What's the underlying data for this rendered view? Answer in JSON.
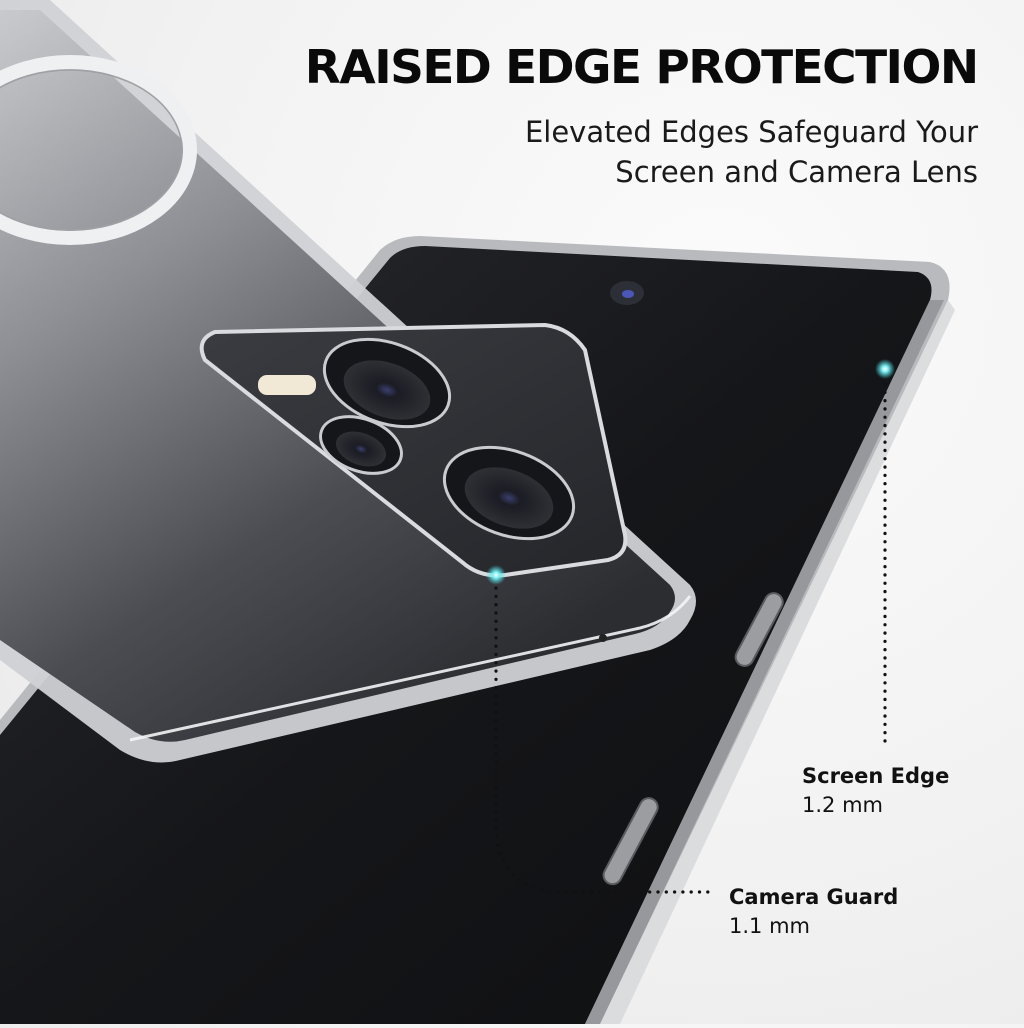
{
  "headline": "RAISED EDGE PROTECTION",
  "subheadline": {
    "line1": "Elevated Edges Safeguard Your",
    "line2": "Screen and Camera Lens"
  },
  "callouts": [
    {
      "title": "Screen Edge",
      "value": "1.2 mm"
    },
    {
      "title": "Camera Guard",
      "value": "1.1 mm"
    }
  ],
  "colors": {
    "background": "#f2f2f2",
    "text": "#0a0a0a",
    "highlight_glow": "#3fe0e8",
    "phone_dark": "#1c1d20",
    "case_clear": "#c9cbcf"
  },
  "icons": {
    "magsafe_ring": "magnetic-ring-icon",
    "camera_module": "camera-module",
    "front_camera": "front-camera",
    "glow_marker": "glow-marker-icon"
  }
}
